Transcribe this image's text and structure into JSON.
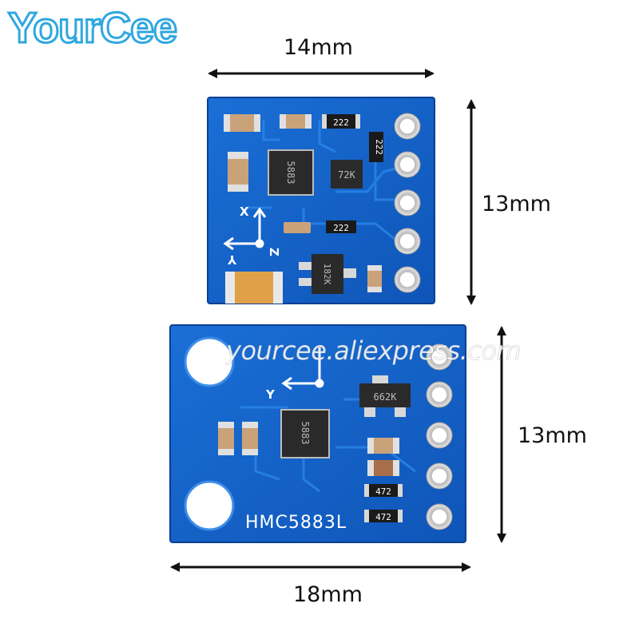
{
  "brand": {
    "logo_text": "YourCee",
    "logo_color": "#2fa7e0"
  },
  "watermark": "yourcee.aliexpress.com",
  "top_board": {
    "width_label": "14mm",
    "height_label": "13mm",
    "axis_x": "X",
    "axis_y": "Y",
    "axis_z": "Z",
    "chip_main_text": "5883",
    "resistor_a": "222",
    "resistor_b": "222",
    "resistor_c": "222",
    "chip_72k": "72K",
    "chip_182k": "182K"
  },
  "bottom_board": {
    "width_label": "18mm",
    "height_label": "13mm",
    "axis_y": "Y",
    "model_label": "HMC5883L",
    "chip_main_text": "5883",
    "chip_662k": "662K",
    "resistor_a": "472",
    "resistor_b": "472"
  },
  "colors": {
    "pcb_blue": "#1560c8",
    "pcb_edge": "#0d4aa8",
    "pad_silver": "#c9c9c9"
  }
}
